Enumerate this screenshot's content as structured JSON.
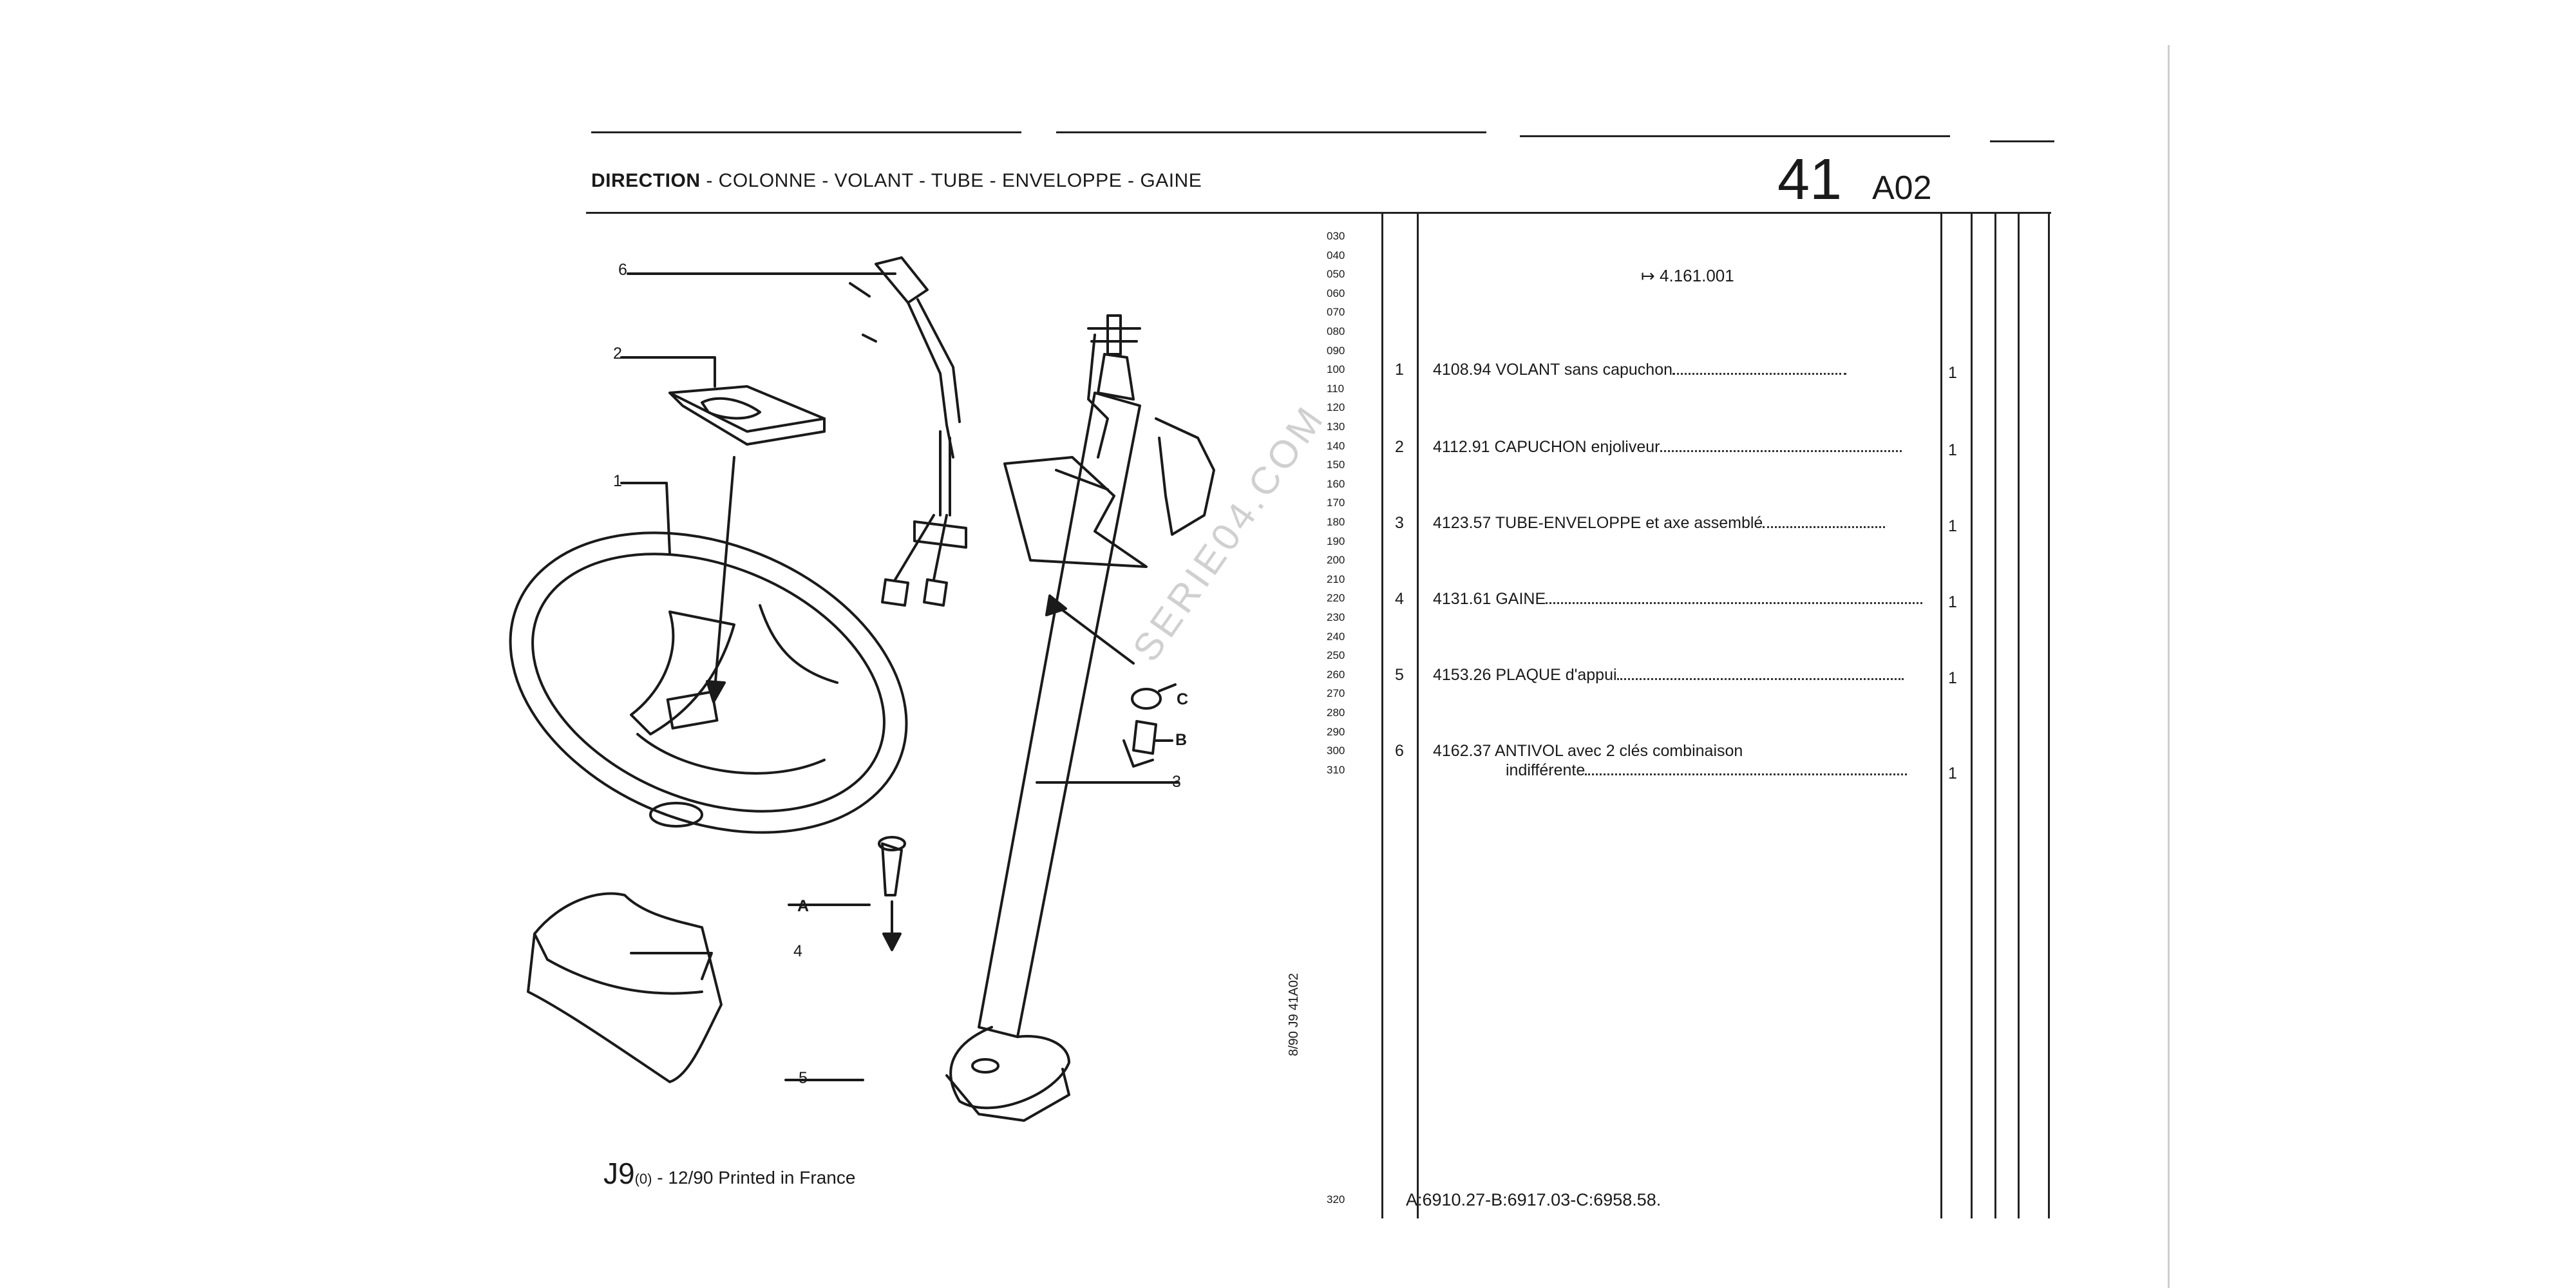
{
  "header": {
    "title_bold": "DIRECTION",
    "title_rest": " - COLONNE - VOLANT - TUBE - ENVELOPPE - GAINE",
    "section_number": "41",
    "section_code": "A02"
  },
  "reference": {
    "arrow": "↦",
    "code": "4.161.001"
  },
  "row_numbers": [
    "030",
    "040",
    "050",
    "060",
    "070",
    "080",
    "090",
    "100",
    "110",
    "120",
    "130",
    "140",
    "150",
    "160",
    "170",
    "180",
    "190",
    "200",
    "210",
    "220",
    "230",
    "240",
    "250",
    "260",
    "270",
    "280",
    "290",
    "300",
    "310"
  ],
  "last_row_number": "320",
  "parts": [
    {
      "item": "1",
      "ref": "4108.94",
      "description": "VOLANT sans capuchon",
      "qty": "1"
    },
    {
      "item": "2",
      "ref": "4112.91",
      "description": "CAPUCHON enjoliveur",
      "qty": "1"
    },
    {
      "item": "3",
      "ref": "4123.57",
      "description": "TUBE-ENVELOPPE et axe assemblé",
      "qty": "1"
    },
    {
      "item": "4",
      "ref": "4131.61",
      "description": "GAINE",
      "qty": "1"
    },
    {
      "item": "5",
      "ref": "4153.26",
      "description": "PLAQUE d'appui",
      "qty": "1"
    },
    {
      "item": "6",
      "ref": "4162.37",
      "description": "ANTIVOL avec 2 clés combinaison",
      "description_line2": "indifférente",
      "qty": "1"
    }
  ],
  "footer": {
    "sheet": "J9",
    "sheet_suffix": "(0)",
    "print_info": " - 12/90 Printed in France",
    "codes": "A:6910.27-B:6917.03-C:6958.58.",
    "side_stamp": "8/90  J9  41A02"
  },
  "watermark": "SERIE04.COM",
  "callouts": {
    "c1": "1",
    "c2": "2",
    "c3": "3",
    "c4": "4",
    "c5": "5",
    "c6": "6",
    "cA": "A",
    "cB": "B",
    "cC": "C"
  }
}
